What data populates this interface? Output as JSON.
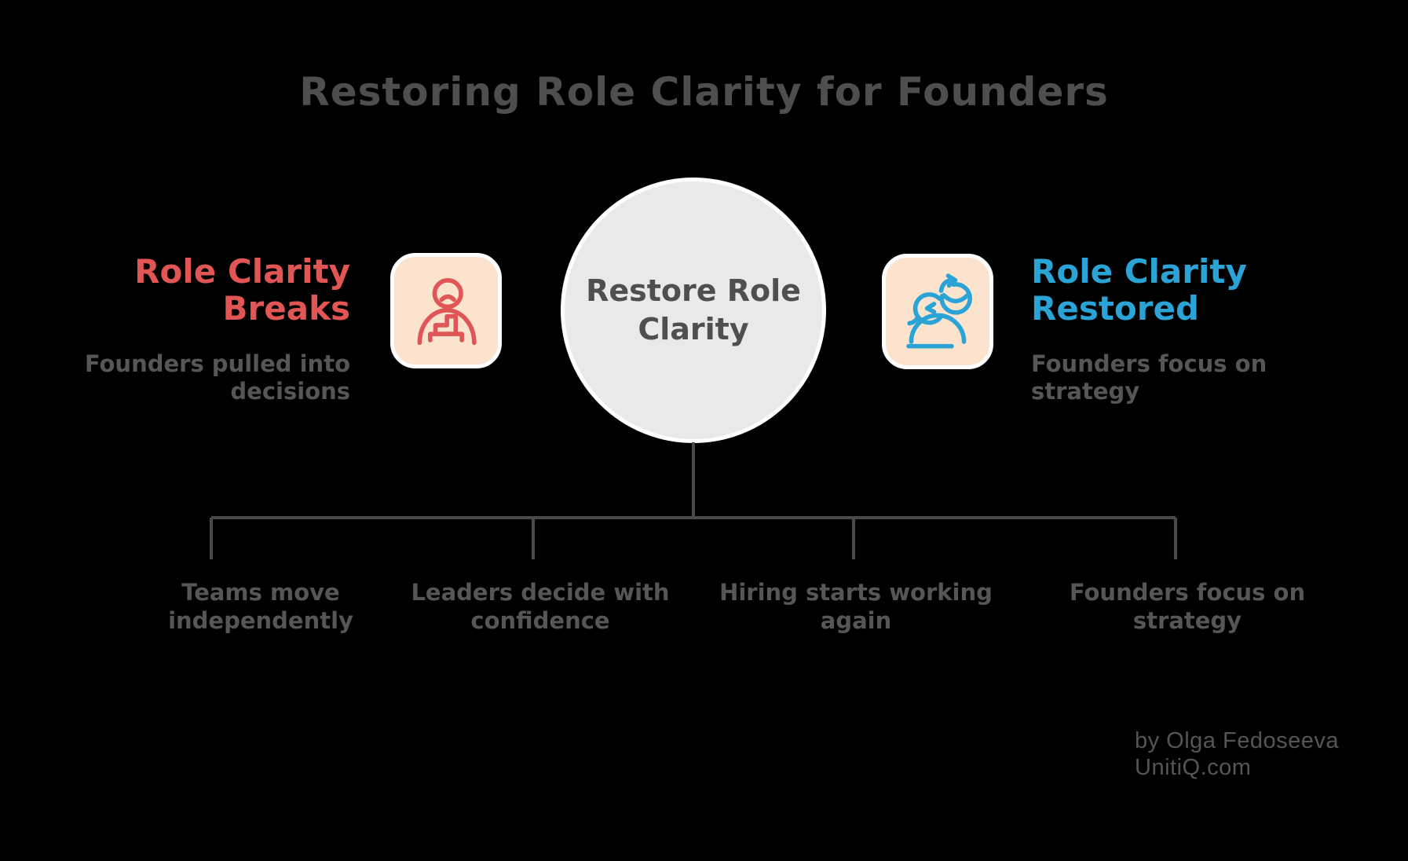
{
  "title": "Restoring Role Clarity for Founders",
  "center_node": {
    "label_line1": "Restore Role",
    "label_line2": "Clarity"
  },
  "break_section": {
    "heading_line1": "Role Clarity",
    "heading_line2": "Breaks",
    "description_line1": "Founders pulled into",
    "description_line2": "decisions",
    "icon": "sad-founder-with-tasks-icon",
    "accent_color": "#e15554"
  },
  "restored_section": {
    "heading_line1": "Role Clarity",
    "heading_line2": "Restored",
    "description_line1": "Founders focus on",
    "description_line2": "strategy",
    "icon": "founder-with-strategy-globe-icon",
    "accent_color": "#2aa4d7"
  },
  "outcomes": [
    {
      "line1": "Teams move",
      "line2": "independently"
    },
    {
      "line1": "Leaders decide with",
      "line2": "confidence"
    },
    {
      "line1": "Hiring starts working",
      "line2": "again"
    },
    {
      "line1": "Founders focus on",
      "line2": "strategy"
    }
  ],
  "credit": {
    "line1": "by Olga Fedoseeva",
    "line2": "UnitiQ.com"
  },
  "colors": {
    "background": "#000000",
    "title_text": "#4e4e4e",
    "body_text": "#565656",
    "break_accent": "#e15554",
    "restored_accent": "#2aa4d7",
    "icon_red": "#e05555",
    "icon_blue": "#2aa4d7",
    "icon_box_bg": "#fbe3cd",
    "icon_box_border": "#ffffff",
    "circle_bg": "#e9e9e9",
    "circle_border": "#ffffff",
    "connector_line": "#4a4a4a"
  }
}
